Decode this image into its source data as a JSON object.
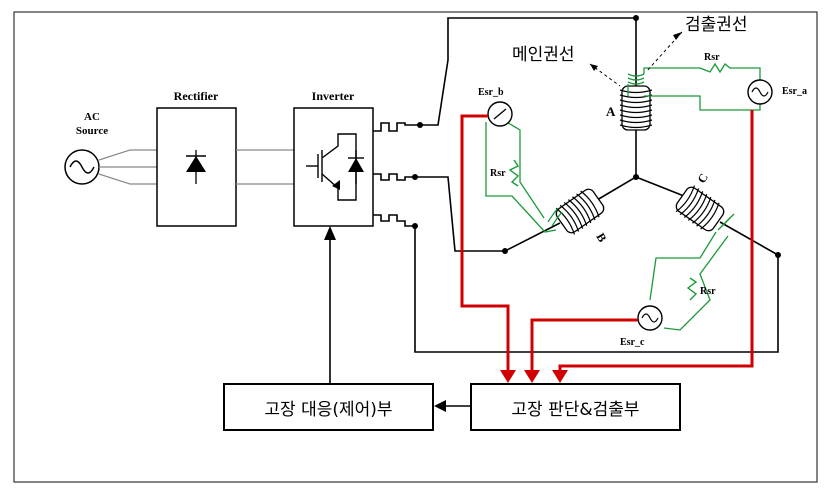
{
  "labels": {
    "ac_source_line1": "AC",
    "ac_source_line2": "Source",
    "rectifier": "Rectifier",
    "inverter": "Inverter",
    "main_winding": "메인권선",
    "detection_winding": "검출권선",
    "phase_a": "A",
    "phase_b": "B",
    "phase_c": "C",
    "rsr_a": "Rsr",
    "rsr_b": "Rsr",
    "rsr_c": "Rsr",
    "esr_a": "Esr_a",
    "esr_b": "Esr_b",
    "esr_c": "Esr_c"
  },
  "blocks": {
    "fault_response": "고장 대응(제어)부",
    "fault_detection": "고장 판단&검출부"
  },
  "colors": {
    "line": "#000000",
    "detection_signal": "#d10000",
    "sensing_winding": "#1a9a3a"
  }
}
